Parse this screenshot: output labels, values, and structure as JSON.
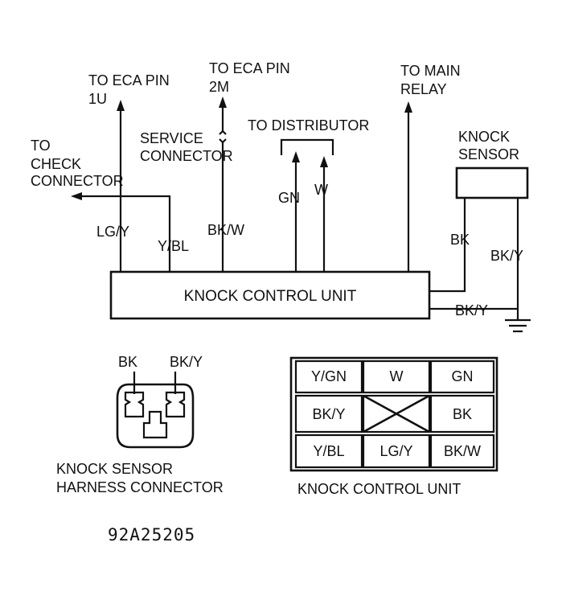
{
  "labels": {
    "to_eca_1u_line1": "TO ECA PIN",
    "to_eca_1u_line2": "1U",
    "to_eca_2m_line1": "TO ECA PIN",
    "to_eca_2m_line2": "2M",
    "to_main_relay_line1": "TO MAIN",
    "to_main_relay_line2": "RELAY",
    "to_check_line1": "TO",
    "to_check_line2": "CHECK",
    "to_check_line3": "CONNECTOR",
    "service_line1": "SERVICE",
    "service_line2": "CONNECTOR",
    "to_distributor": "TO DISTRIBUTOR",
    "knock_sensor_line1": "KNOCK",
    "knock_sensor_line2": "SENSOR",
    "knock_control_unit": "KNOCK CONTROL UNIT",
    "harness_line1": "KNOCK SENSOR",
    "harness_line2": "HARNESS CONNECTOR",
    "kcu_caption": "KNOCK CONTROL UNIT",
    "figure_code": "92A25205"
  },
  "wires": {
    "lgy": "LG/Y",
    "ybl": "Y/BL",
    "bkw": "BK/W",
    "gn": "GN",
    "w": "W",
    "bk": "BK",
    "bky_right": "BK/Y",
    "bky_bottom": "BK/Y"
  },
  "harness_pins": {
    "left": "BK",
    "right": "BK/Y"
  },
  "connector_grid": [
    [
      "Y/GN",
      "W",
      "GN"
    ],
    [
      "BK/Y",
      "",
      "BK"
    ],
    [
      "Y/BL",
      "LG/Y",
      "BK/W"
    ]
  ]
}
